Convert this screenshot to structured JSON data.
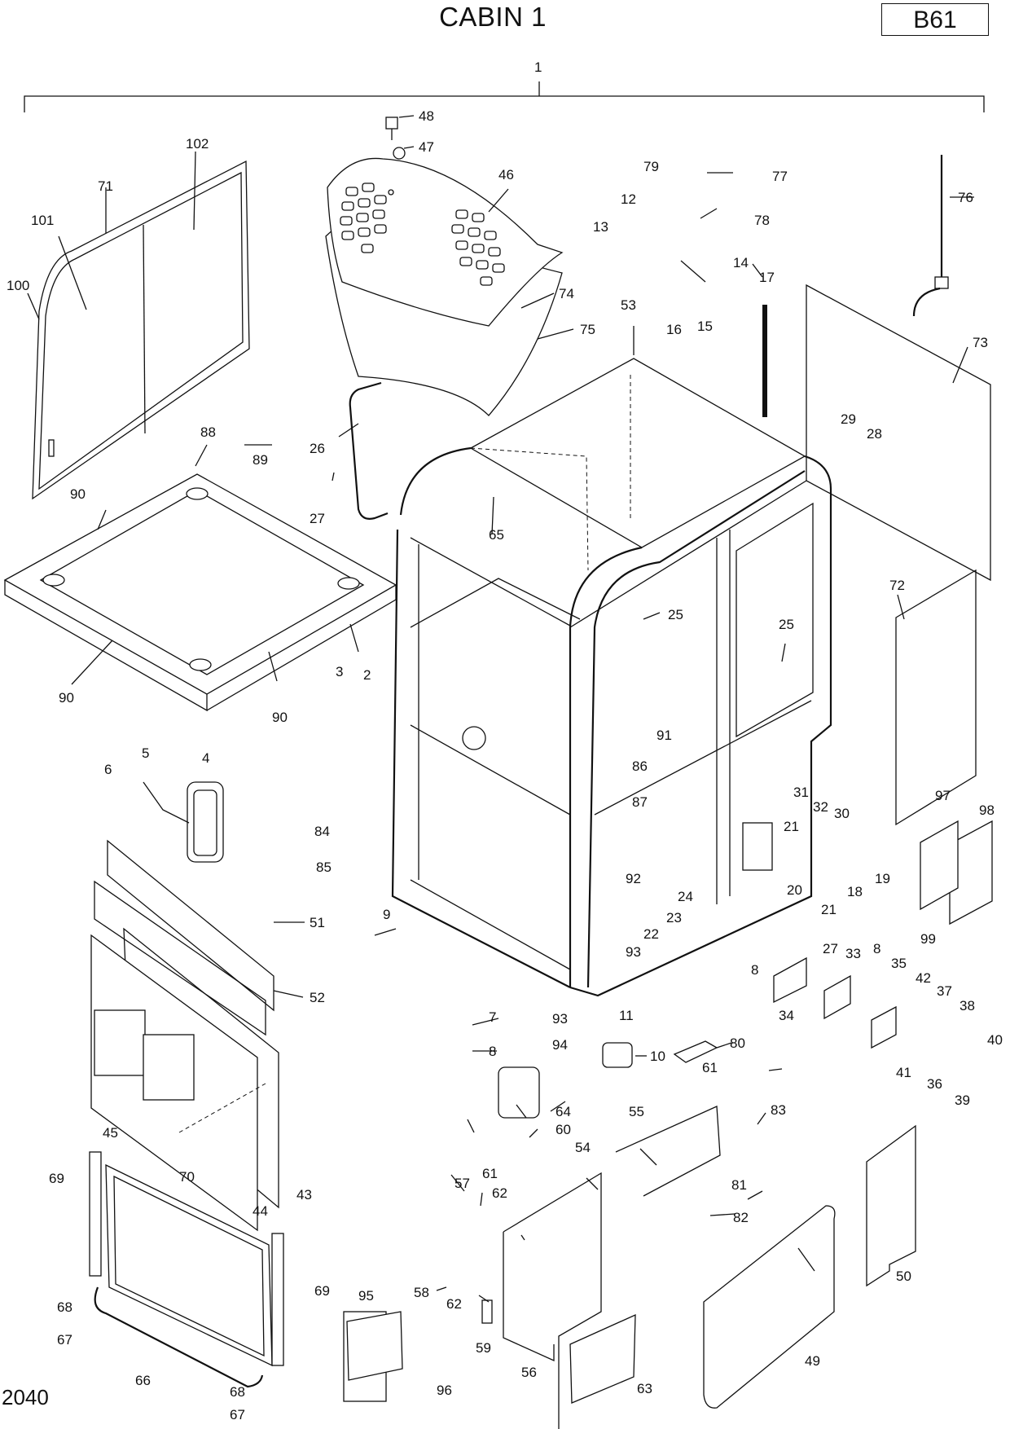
{
  "header": {
    "title": "CABIN 1",
    "page_code": "B61"
  },
  "footer": {
    "drawing_number": "2040"
  },
  "parts": {
    "p1": "1",
    "p2": "2",
    "p3": "3",
    "p4": "4",
    "p5": "5",
    "p6": "6",
    "p7": "7",
    "p8a": "8",
    "p8b": "8",
    "p8c": "8",
    "p9": "9",
    "p10": "10",
    "p11": "11",
    "p12": "12",
    "p13": "13",
    "p14": "14",
    "p15": "15",
    "p16": "16",
    "p17": "17",
    "p18": "18",
    "p19": "19",
    "p20": "20",
    "p21a": "21",
    "p21b": "21",
    "p22": "22",
    "p23": "23",
    "p24": "24",
    "p25a": "25",
    "p25b": "25",
    "p26": "26",
    "p27a": "27",
    "p27b": "27",
    "p28": "28",
    "p29": "29",
    "p30": "30",
    "p31": "31",
    "p32": "32",
    "p33": "33",
    "p34": "34",
    "p35": "35",
    "p36": "36",
    "p37": "37",
    "p38": "38",
    "p39": "39",
    "p40": "40",
    "p41": "41",
    "p42": "42",
    "p43": "43",
    "p44": "44",
    "p45": "45",
    "p46": "46",
    "p47": "47",
    "p48": "48",
    "p49": "49",
    "p50": "50",
    "p51": "51",
    "p52": "52",
    "p53": "53",
    "p54": "54",
    "p55": "55",
    "p56": "56",
    "p57": "57",
    "p58": "58",
    "p59": "59",
    "p60": "60",
    "p61a": "61",
    "p61b": "61",
    "p62a": "62",
    "p62b": "62",
    "p63": "63",
    "p64": "64",
    "p65": "65",
    "p66": "66",
    "p67a": "67",
    "p67b": "67",
    "p68a": "68",
    "p68b": "68",
    "p69a": "69",
    "p69b": "69",
    "p70": "70",
    "p71": "71",
    "p72": "72",
    "p73": "73",
    "p74": "74",
    "p75": "75",
    "p76": "76",
    "p77": "77",
    "p78": "78",
    "p79": "79",
    "p80": "80",
    "p81": "81",
    "p82": "82",
    "p83": "83",
    "p84": "84",
    "p85": "85",
    "p86": "86",
    "p87": "87",
    "p88": "88",
    "p89": "89",
    "p90a": "90",
    "p90b": "90",
    "p90c": "90",
    "p91": "91",
    "p92": "92",
    "p93a": "93",
    "p93b": "93",
    "p94": "94",
    "p95": "95",
    "p96": "96",
    "p97": "97",
    "p98": "98",
    "p99": "99",
    "p100": "100",
    "p101": "101",
    "p102": "102"
  }
}
